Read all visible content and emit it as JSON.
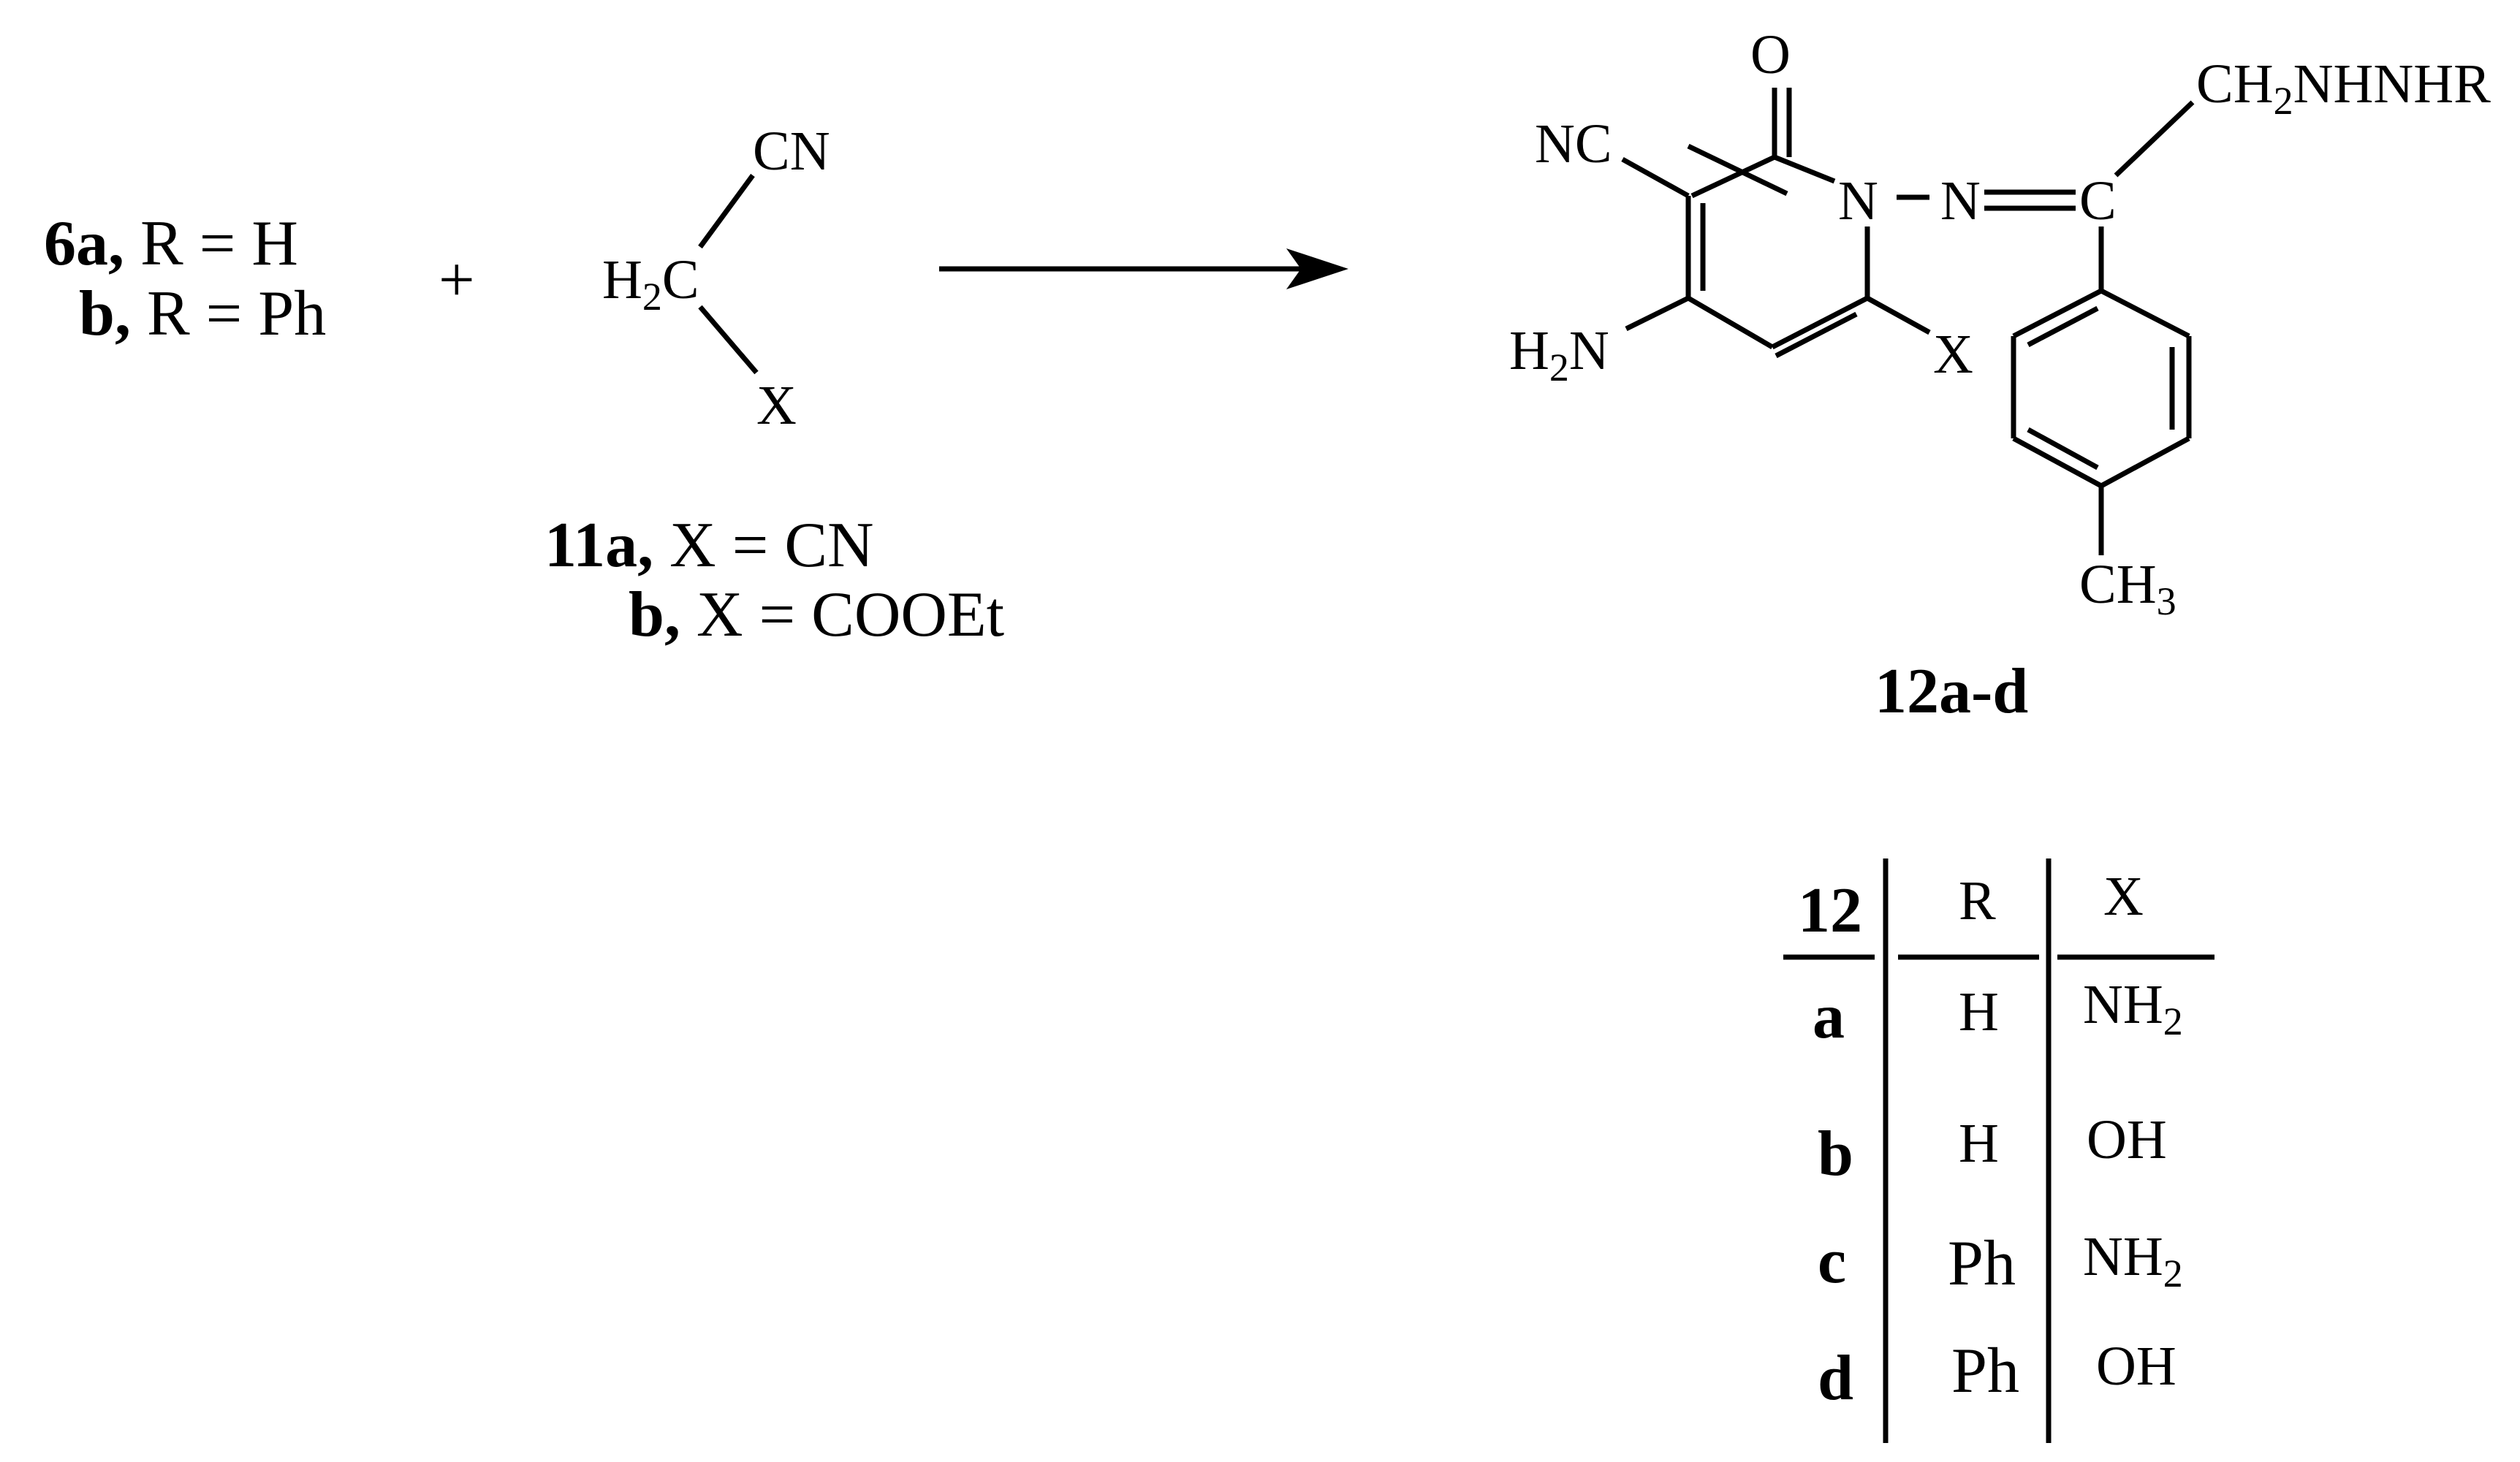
{
  "reactant1": {
    "line1": {
      "id": "6a,",
      "rest": " R = H"
    },
    "line2": {
      "id": "b,",
      "rest": " R = Ph"
    }
  },
  "plus": "+",
  "reactant2": {
    "cn": "CN",
    "h": "H",
    "h_sub": "2",
    "c": "C",
    "x": "X",
    "caption_line1": {
      "id": "11a,",
      "rest": " X = CN"
    },
    "caption_line2": {
      "id": "b,",
      "rest": " X = COOEt"
    }
  },
  "product": {
    "o": "O",
    "nc": "NC",
    "ring_n": "N",
    "azo_n": "N",
    "c": "C",
    "side_chain": {
      "pre": "CH",
      "sub": "2",
      "post": "NHNHR"
    },
    "amine": {
      "pre": "H",
      "sub": "2",
      "post": "N"
    },
    "x": "X",
    "methyl": {
      "pre": "CH",
      "sub": "3"
    },
    "label": "12a-d"
  },
  "table": {
    "header": {
      "compound": "12",
      "r": "R",
      "x": "X"
    },
    "rows": [
      {
        "id": "a",
        "r": "H",
        "x_pre": "NH",
        "x_sub": "2"
      },
      {
        "id": "b",
        "r": "H",
        "x_pre": "OH",
        "x_sub": ""
      },
      {
        "id": "c",
        "r": "Ph",
        "x_pre": "NH",
        "x_sub": "2"
      },
      {
        "id": "d",
        "r": "Ph",
        "x_pre": "OH",
        "x_sub": ""
      }
    ]
  }
}
